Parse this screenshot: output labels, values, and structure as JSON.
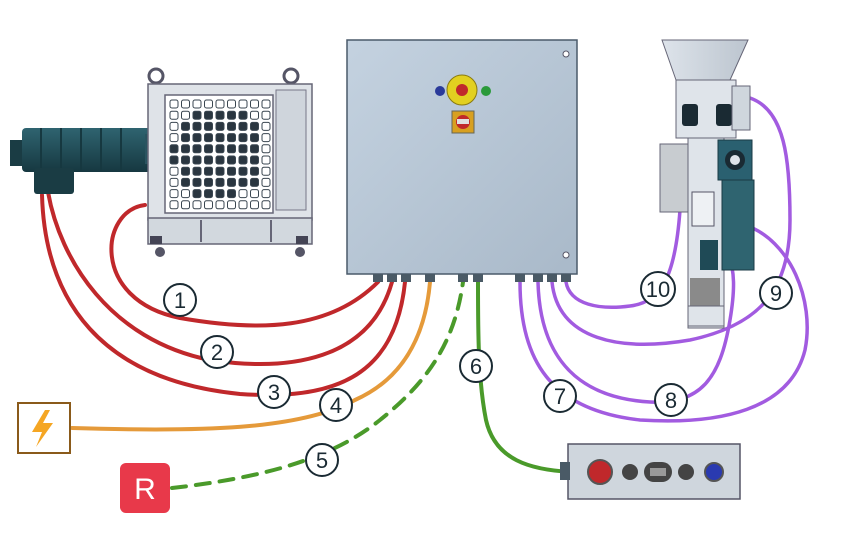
{
  "diagram": {
    "labels": {
      "cable1": "1",
      "cable2": "2",
      "cable3": "3",
      "cable4": "4",
      "cable5": "5",
      "cable6": "6",
      "cable7": "7",
      "cable8": "8",
      "cable9": "9",
      "cable10": "10"
    },
    "remote_logo_letter": "R",
    "colors": {
      "red_cable": "#c0282b",
      "orange_cable": "#e59a3a",
      "green_cable": "#4a9a2a",
      "purple_cable": "#a25be0",
      "cabinet": "#b6c6d6",
      "motor": "#1f4a56",
      "remote_logo": "#e8394a",
      "power_icon": "#f5a623"
    },
    "icons": [
      "power-lightning-icon",
      "remote-r-logo-icon"
    ]
  }
}
